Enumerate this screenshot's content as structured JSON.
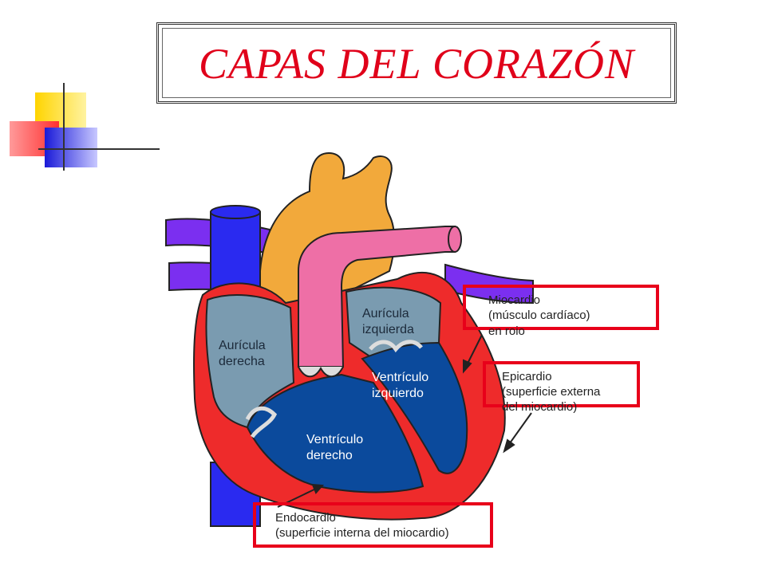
{
  "title": "CAPAS DEL CORAZÓN",
  "colors": {
    "title": "#e0001a",
    "callout_border": "#e8001a",
    "aorta": "#f2a93b",
    "pulmonary": "#ee6fa6",
    "vena_cava": "#2a2af0",
    "pulmonary_veins": "#7b2ff0",
    "myocardium": "#ee2b2b",
    "atria": "#7a9bb0",
    "ventricles": "#0b4a9c"
  },
  "labels": {
    "right_atrium": [
      "Aurícula",
      "derecha"
    ],
    "left_atrium": [
      "Aurícula",
      "izquierda"
    ],
    "left_ventricle": [
      "Ventrículo",
      "izquierdo"
    ],
    "right_ventricle": [
      "Ventrículo",
      "derecho"
    ]
  },
  "callouts": {
    "miocardio": {
      "line1": "Miocardio",
      "line2": "(músculo cardíaco)",
      "extra": "en rojo"
    },
    "epicardio": {
      "line1": "Epicardio",
      "line2": "(superficie externa",
      "line3": "del miocardio)"
    },
    "endocardio": {
      "line1": "Endocardio",
      "line2": "(superficie interna del miocardio)"
    }
  }
}
